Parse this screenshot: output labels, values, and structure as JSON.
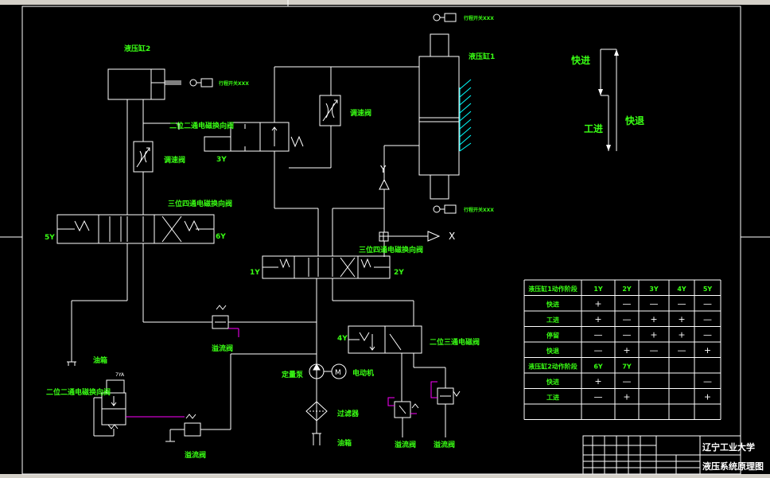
{
  "components": {
    "cylinder2": "液压缸2",
    "cylinder1": "液压缸1",
    "limit_switch_left": "行程开关XXX",
    "limit_switch_top": "行程开关XXX",
    "limit_switch_bottom": "行程开关XXX",
    "valve_2pos2way_top": "二位二通电磁换向阀",
    "valve_2pos2way_top_coil": "3Y",
    "speed_valve_left": "调速阀",
    "speed_valve_right": "调速阀",
    "valve_3pos4way_left": "三位四通电磁换向阀",
    "coil_5y": "5Y",
    "coil_6y": "6Y",
    "valve_3pos4way_center": "三位四通电磁换向阀",
    "coil_1y": "1Y",
    "coil_2y": "2Y",
    "valve_2pos3way": "二位三通电磁阀",
    "coil_4y": "4Y",
    "relief_valve_left": "溢流阀",
    "relief_valve_bottom_left": "溢流阀",
    "relief_valve_bottom_mid": "溢流阀",
    "relief_valve_bottom_right": "溢流阀",
    "pump": "定量泵",
    "motor": "电动机",
    "motor_symbol": "M",
    "filter": "过滤器",
    "tank_left": "油箱",
    "tank_mid": "油箱",
    "valve_2pos2way_bottom": "二位二通电磁换向阀",
    "valve_2pos2way_bottom_coil": "7YA",
    "axis_x": "X",
    "axis_y": "Y"
  },
  "motion_diagram": {
    "fast_forward": "快进",
    "work_feed": "工进",
    "fast_return": "快退"
  },
  "table": {
    "header": [
      "液压缸1动作阶段",
      "1Y",
      "2Y",
      "3Y",
      "4Y",
      "5Y"
    ],
    "rows": [
      [
        "快进",
        "+",
        "—",
        "—",
        "—",
        "—"
      ],
      [
        "工进",
        "+",
        "—",
        "+",
        "+",
        "—"
      ],
      [
        "停留",
        "—",
        "—",
        "+",
        "+",
        "—"
      ],
      [
        "快退",
        "—",
        "+",
        "—",
        "—",
        "+"
      ]
    ],
    "header2": [
      "液压缸2动作阶段",
      "6Y",
      "7Y",
      "",
      "",
      ""
    ],
    "rows2": [
      [
        "快进",
        "+",
        "—",
        "",
        "",
        "—"
      ],
      [
        "工进",
        "—",
        "+",
        "",
        "",
        "+"
      ]
    ]
  },
  "title_block": {
    "university": "辽宁工业大学",
    "drawing_name": "液压系统原理图"
  }
}
